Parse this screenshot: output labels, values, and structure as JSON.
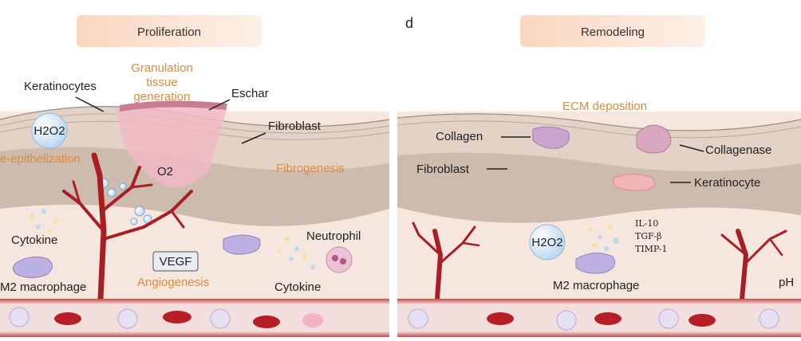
{
  "left_panel": {
    "title": "Proliferation",
    "labels": {
      "granulation_1": "Granulation",
      "granulation_2": "tissue",
      "granulation_3": "generation",
      "keratinocytes": "Keratinocytes",
      "eschar": "Eschar",
      "fibroblast": "Fibroblast",
      "h2o2": "H2O2",
      "epithelization": "e-epithelization",
      "fibrogenesis": "Fibrogenesis",
      "o2": "O2",
      "cytokine_left": "Cytokine",
      "neutrophil": "Neutrophil",
      "vegf": "VEGF",
      "angiogenesis": "Angiogenesis",
      "m2_macrophage": "M2 macrophage",
      "cytokine_right": "Cytokine"
    }
  },
  "right_panel": {
    "panel_letter": "d",
    "title": "Remodeling",
    "labels": {
      "ecm": "ECM deposition",
      "collagen": "Collagen",
      "collagenase": "Collagenase",
      "fibroblast": "Fibroblast",
      "keratinocyte": "Keratinocyte",
      "il10": "IL-10",
      "tgfb": "TGF-β",
      "timp1": "TIMP-1",
      "h2o2": "H2O2",
      "m2_macrophage": "M2 macrophage",
      "ph": "pH"
    }
  },
  "colors": {
    "title_box": "#fbe3d2",
    "orange_text": "#e08a3c",
    "vessel": "#a81e24",
    "tissue": "#f5e6dd",
    "dermis": "#d8c8bb"
  }
}
